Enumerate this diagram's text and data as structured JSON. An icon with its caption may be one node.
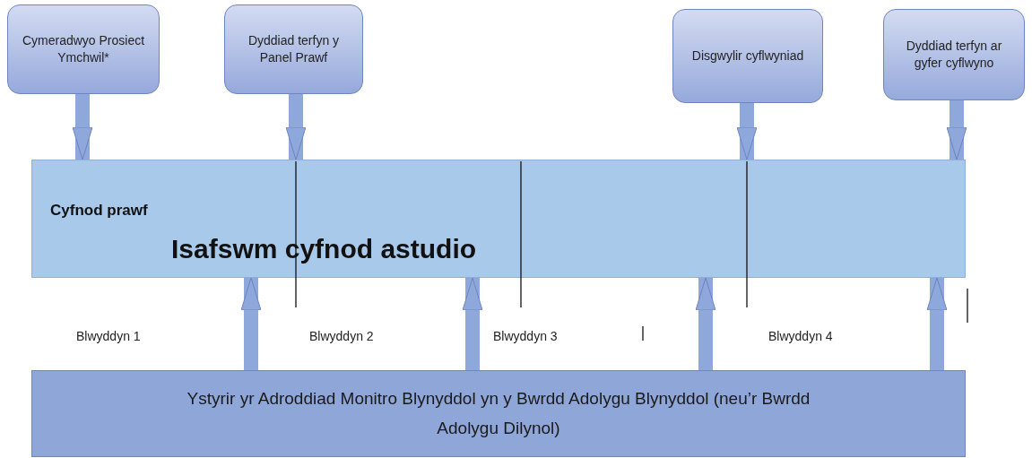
{
  "diagram": {
    "nodes": [
      {
        "text": [
          "Cymeradwyo Prosiect Ymchwil*"
        ]
      },
      {
        "text": [
          "Dyddiad terfyn y Panel Prawf"
        ]
      },
      {
        "text": [
          "Disgwylir cyflwyniad"
        ]
      },
      {
        "text": [
          "Dyddiad terfyn ar gyfer cyflwyno"
        ]
      },
      {
        "text": [
          "Cyfnod prawf",
          "Isafswm cyfnod astudio"
        ]
      },
      {
        "text": [
          "Ystyrir yr Adroddiad Monitro Blynyddol yn y Bwrdd Adolygu Blynyddol (neu’r Bwrdd Adolygu Dilynol)"
        ]
      }
    ],
    "edges": [
      {
        "from": 0,
        "to": 4,
        "arrow": "to"
      },
      {
        "from": 1,
        "to": 4,
        "arrow": "to"
      },
      {
        "from": 2,
        "to": 4,
        "arrow": "to"
      },
      {
        "from": 3,
        "to": 4,
        "arrow": "to"
      },
      {
        "from": 5,
        "to": 4,
        "arrow": "to"
      },
      {
        "from": 5,
        "to": 4,
        "arrow": "to"
      },
      {
        "from": 5,
        "to": 4,
        "arrow": "to"
      },
      {
        "from": 5,
        "to": 4,
        "arrow": "to"
      }
    ],
    "labels": [
      "Blwyddyn 1",
      "Blwyddyn 2",
      "Blwyddyn 3",
      "Blwyddyn 4"
    ]
  }
}
